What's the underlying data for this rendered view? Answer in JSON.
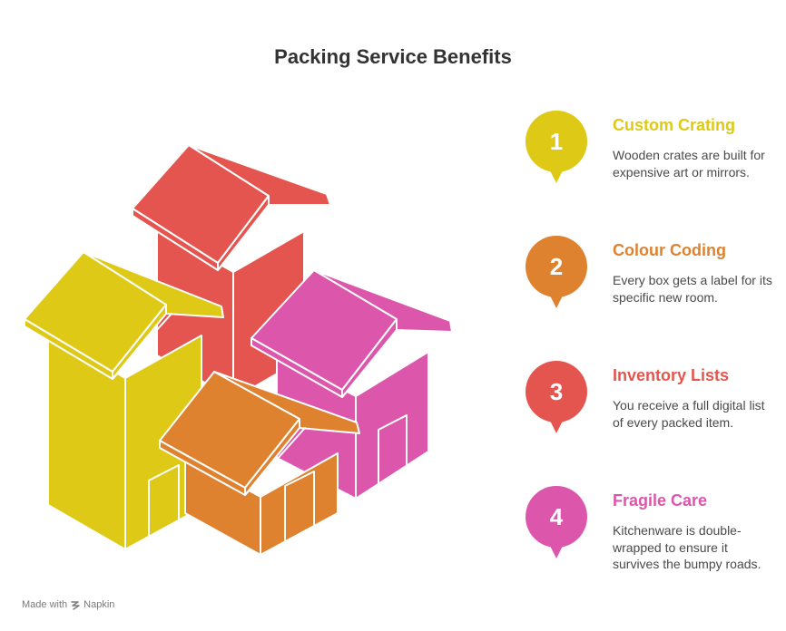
{
  "title": "Packing Service Benefits",
  "colors": {
    "yellow": "#DDC916",
    "red": "#E5554F",
    "orange": "#DE822F",
    "pink": "#DC56AC"
  },
  "steps": [
    {
      "number": "1",
      "title": "Custom Crating",
      "description": "Wooden crates are built for expensive art or mirrors.",
      "color": "#DDC916"
    },
    {
      "number": "2",
      "title": "Colour Coding",
      "description": "Every box gets a label for its specific new room.",
      "color": "#DE822F"
    },
    {
      "number": "3",
      "title": "Inventory Lists",
      "description": "You receive a full digital list of every packed item.",
      "color": "#E5554F"
    },
    {
      "number": "4",
      "title": "Fragile Care",
      "description": "Kitchenware is double-wrapped to ensure it survives the bumpy roads.",
      "color": "#DC56AC"
    }
  ],
  "footer": {
    "made_with": "Made with",
    "brand": "Napkin",
    "icon": "napkin-logo-icon"
  }
}
